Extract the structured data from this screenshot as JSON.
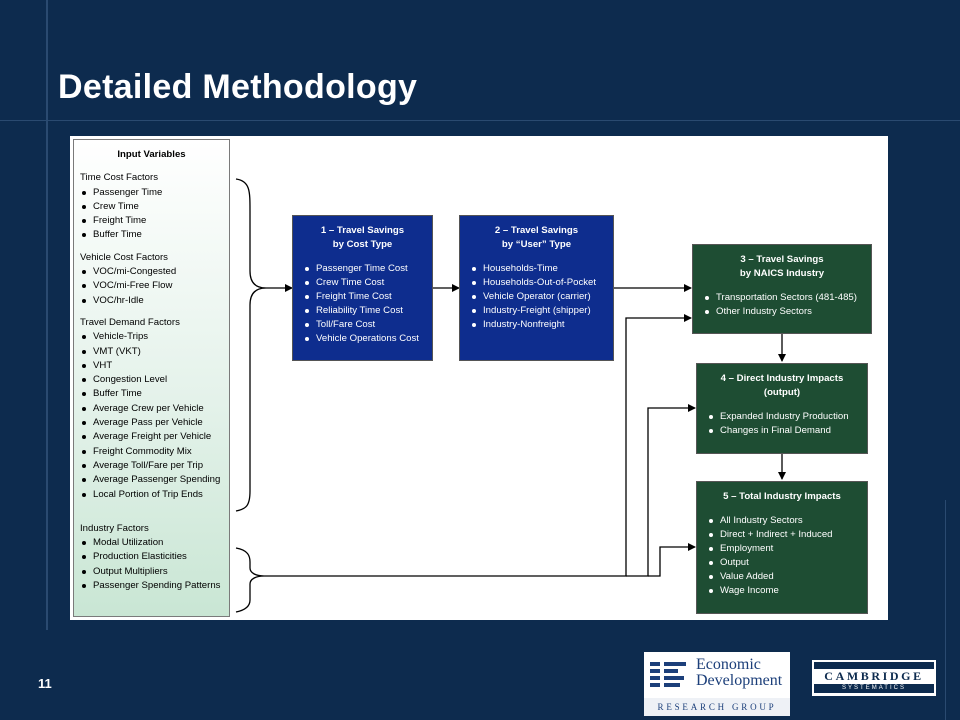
{
  "slide": {
    "title": "Detailed Methodology",
    "page_number": "11"
  },
  "inputs": {
    "heading": "Input Variables",
    "groups": [
      {
        "label": "Time Cost Factors",
        "items": [
          "Passenger Time",
          "Crew Time",
          "Freight Time",
          "Buffer Time"
        ]
      },
      {
        "label": "Vehicle Cost Factors",
        "items": [
          "VOC/mi-Congested",
          "VOC/mi-Free Flow",
          "VOC/hr-Idle"
        ]
      },
      {
        "label": "Travel Demand Factors",
        "items": [
          "Vehicle-Trips",
          "VMT (VKT)",
          "VHT",
          "Congestion Level",
          "Buffer Time",
          "Average Crew per Vehicle",
          "Average Pass per Vehicle",
          "Average Freight per Vehicle",
          "Freight Commodity Mix",
          "Average Toll/Fare per Trip",
          "Average Passenger Spending",
          "Local Portion of Trip Ends"
        ]
      },
      {
        "label": "Industry Factors",
        "items": [
          "Modal Utilization",
          "Production Elasticities",
          "Output Multipliers",
          "Passenger Spending Patterns"
        ]
      }
    ]
  },
  "boxes": {
    "box1": {
      "title_line1": "1 – Travel Savings",
      "title_line2": "by Cost Type",
      "items": [
        "Passenger Time Cost",
        "Crew Time Cost",
        "Freight Time Cost",
        "Reliability Time Cost",
        "Toll/Fare Cost",
        "Vehicle Operations Cost"
      ],
      "color": "#0e2d8e"
    },
    "box2": {
      "title_line1": "2 – Travel Savings",
      "title_line2": "by “User” Type",
      "items": [
        "Households-Time",
        "Households-Out-of-Pocket",
        "Vehicle Operator (carrier)",
        "Industry-Freight (shipper)",
        "Industry-Nonfreight"
      ],
      "color": "#0e2d8e"
    },
    "box3": {
      "title_line1": "3 – Travel Savings",
      "title_line2": "by NAICS Industry",
      "items": [
        "Transportation Sectors (481-485)",
        "Other Industry Sectors"
      ],
      "color": "#1e4d33"
    },
    "box4": {
      "title_line1": "4 – Direct Industry Impacts",
      "title_line2": "(output)",
      "items": [
        "Expanded Industry Production",
        "Changes in Final Demand"
      ],
      "color": "#1e4d33"
    },
    "box5": {
      "title_line1": "5 – Total Industry Impacts",
      "title_line2": "",
      "items": [
        "All Industry Sectors",
        "Direct + Indirect + Induced",
        "Employment",
        "Output",
        "Value Added",
        "Wage Income"
      ],
      "color": "#1e4d33"
    }
  },
  "logos": {
    "edr": {
      "line1": "Economic",
      "line2": "Development",
      "sub": "RESEARCH GROUP"
    },
    "cs": {
      "name": "CAMBRIDGE",
      "sub": "SYSTEMATICS"
    }
  }
}
